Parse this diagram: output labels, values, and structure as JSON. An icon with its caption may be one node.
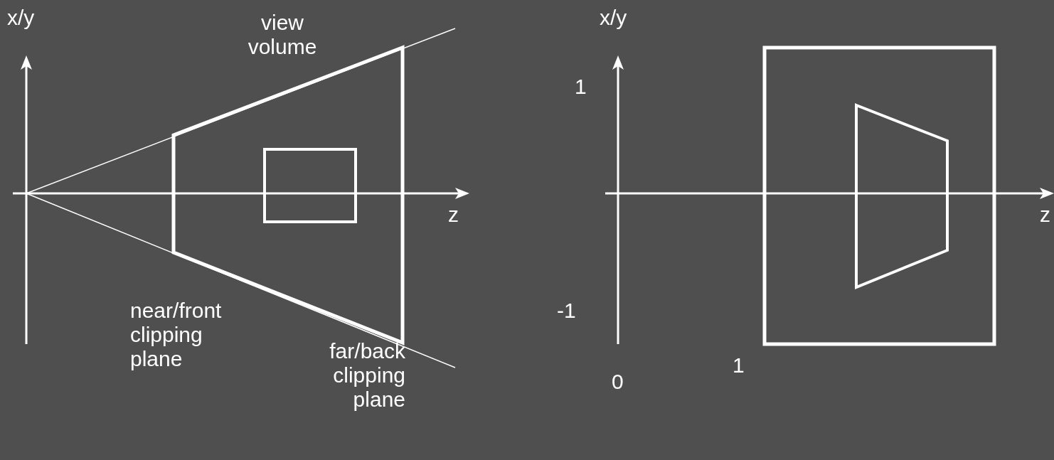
{
  "diagram": {
    "labels": [
      "x/y",
      "view volume",
      "z",
      "near/front clipping plane",
      "far/back clipping plane",
      "x/y",
      "1",
      "z",
      "-1",
      "0",
      "1"
    ]
  }
}
